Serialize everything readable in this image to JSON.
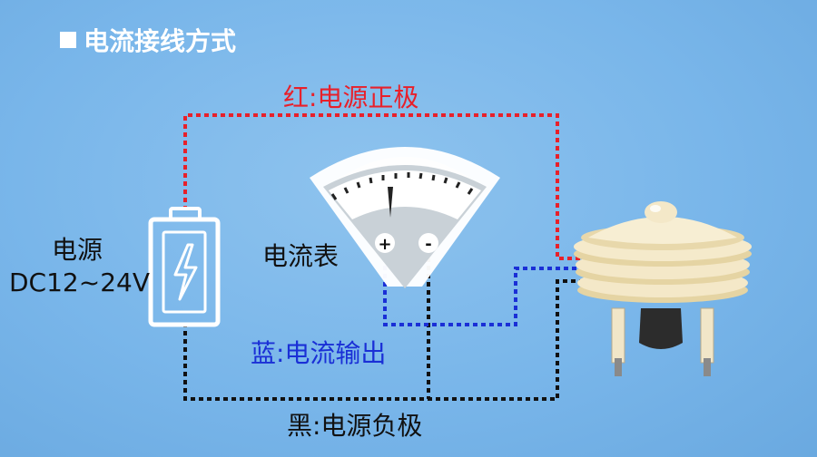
{
  "title": "电流接线方式",
  "labels": {
    "red": "红:电源正极",
    "blue": "蓝:电流输出",
    "black": "黑:电源负极"
  },
  "power_supply": {
    "name": "电源",
    "voltage": "DC12~24V"
  },
  "ammeter": {
    "name": "电流表",
    "plus": "+",
    "minus": "-"
  },
  "colors": {
    "red_wire": "#e8202a",
    "blue_wire": "#1a2fd6",
    "black_wire": "#111111",
    "background": "#7ab8eb"
  }
}
